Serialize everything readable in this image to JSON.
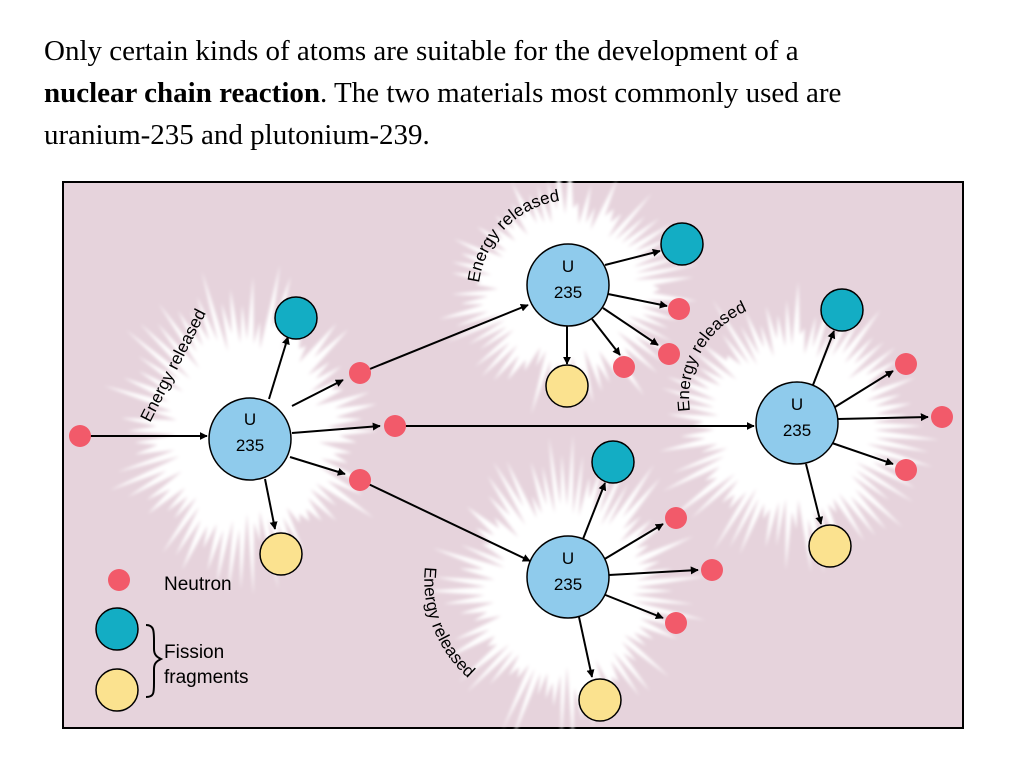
{
  "intro": {
    "line1": "Only certain kinds of atoms are suitable for the development of a",
    "bold": "nuclear chain reaction",
    "after_bold": ". The two materials most commonly used are",
    "line3": "uranium-235 and plutonium-239."
  },
  "diagram": {
    "nucleus_label_element": "U",
    "nucleus_label_mass": "235",
    "energy_label": "Energy released",
    "legend": {
      "neutron": "Neutron",
      "fission_line1": "Fission",
      "fission_line2": "fragments"
    },
    "colors": {
      "background": "#e6d3dc",
      "uranium": "#8fcbec",
      "fragment_teal": "#13adc4",
      "fragment_yellow": "#fbe28f",
      "neutron": "#f25a6a",
      "energy_burst": "#ffffff"
    }
  }
}
